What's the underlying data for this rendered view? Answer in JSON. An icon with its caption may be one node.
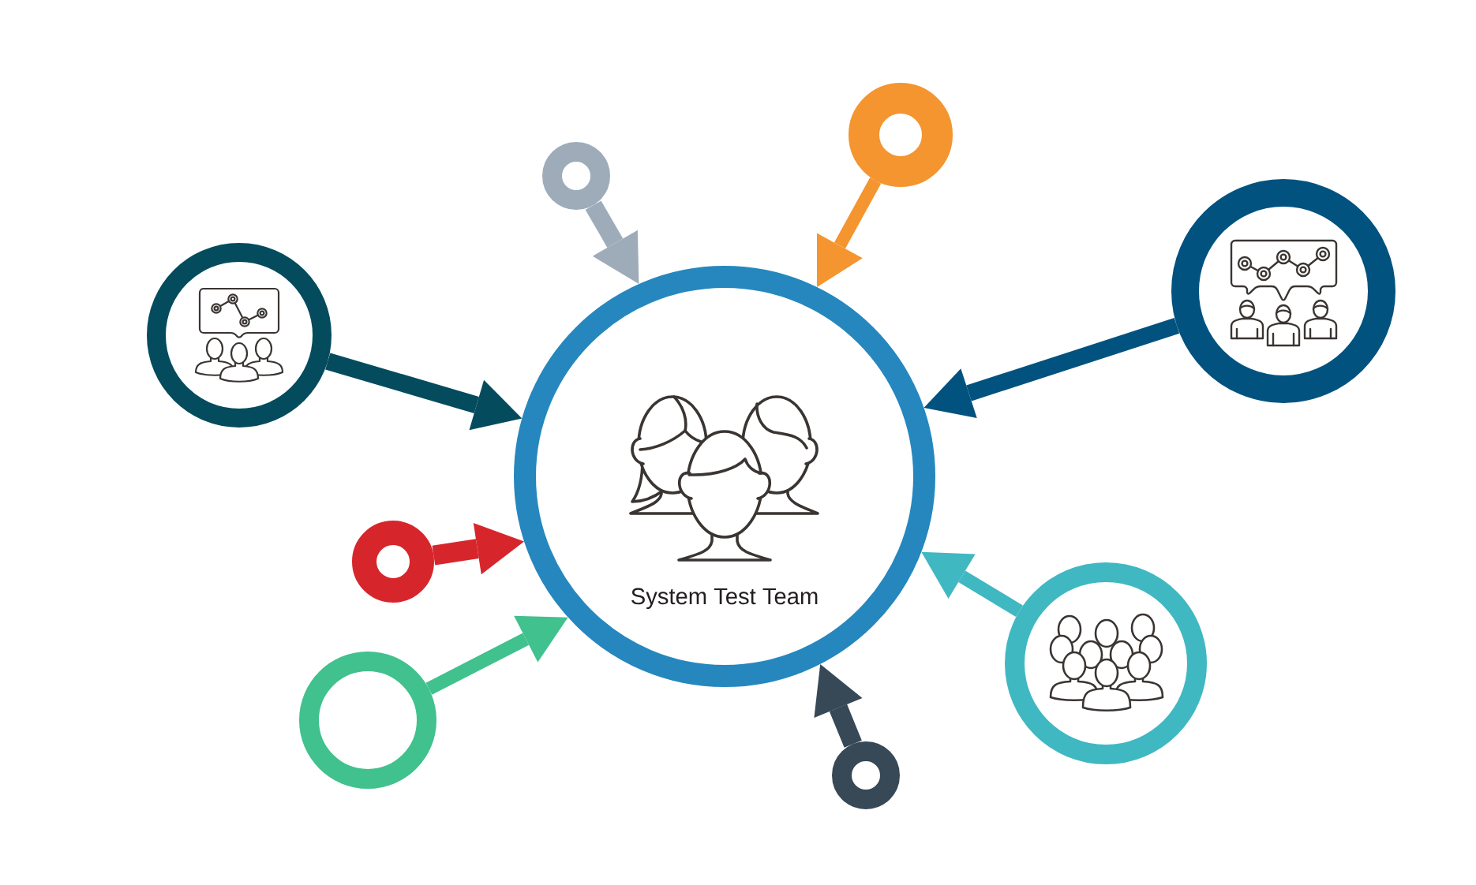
{
  "diagram": {
    "nodes": [
      {
        "text": [],
        "shape": "circle"
      },
      {
        "text": [],
        "shape": "circle"
      },
      {
        "text": [],
        "shape": "circle"
      },
      {
        "text": [],
        "shape": "circle"
      },
      {
        "text": [
          "System Test Team"
        ]
      },
      {
        "text": [],
        "shape": "circle"
      },
      {
        "text": [],
        "shape": "circle"
      },
      {
        "text": [],
        "shape": "circle"
      },
      {
        "text": [],
        "shape": "circle"
      }
    ],
    "edges": [
      {
        "from": 0,
        "to": 4,
        "arrow": "to",
        "color": "#f4952f"
      },
      {
        "from": 1,
        "to": 4,
        "arrow": "to",
        "color": "#9eacba"
      },
      {
        "from": 2,
        "to": 4,
        "arrow": "to",
        "color": "#02527f"
      },
      {
        "from": 3,
        "to": 4,
        "arrow": "to",
        "color": "#044b5e"
      },
      {
        "from": 5,
        "to": 4,
        "arrow": "to",
        "color": "#d7262b"
      },
      {
        "from": 6,
        "to": 4,
        "arrow": "to",
        "color": "#40b8c2"
      },
      {
        "from": 7,
        "to": 4,
        "arrow": "to",
        "color": "#40c18e"
      },
      {
        "from": 8,
        "to": 4,
        "arrow": "to",
        "color": "#374856"
      }
    ]
  }
}
